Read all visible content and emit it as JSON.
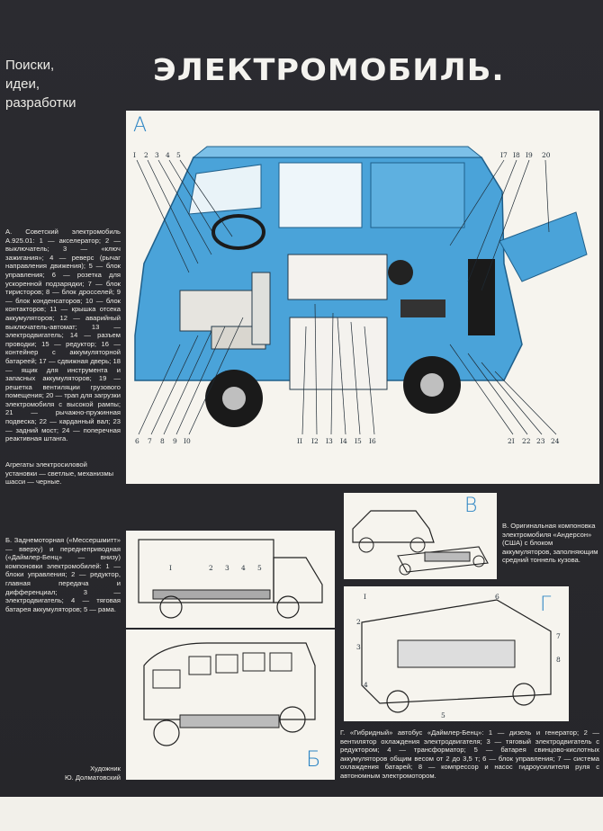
{
  "section": {
    "line1": "Поиски,",
    "line2": "идеи,",
    "line3": "разработки"
  },
  "headline": "ЭЛЕКТРОМОБИЛЬ.",
  "panels": {
    "a": "А",
    "b": "Б",
    "v": "В",
    "g": "Г"
  },
  "callouts_top_left": [
    "I",
    "2",
    "3",
    "4",
    "5"
  ],
  "callouts_top_right": [
    "I7",
    "I8",
    "I9",
    "20"
  ],
  "callouts_bottom_left": [
    "6",
    "7",
    "8",
    "9",
    "I0"
  ],
  "callouts_bottom_mid": [
    "II",
    "I2",
    "I3",
    "I4",
    "I5",
    "I6"
  ],
  "callouts_bottom_right": [
    "2I",
    "22",
    "23",
    "24"
  ],
  "callouts_b": [
    "I",
    "2",
    "3",
    "4",
    "5"
  ],
  "callouts_g": [
    "I",
    "2",
    "3",
    "4",
    "5",
    "6",
    "7",
    "8"
  ],
  "captions": {
    "a": "А. Советский электромобиль А.925.01: 1 — акселератор; 2 — выключатель; 3 — «ключ зажигания»; 4 — реверс (рычаг направления движения); 5 — блок управления; 6 — розетка для ускоренной подзарядки; 7 — блок тиристоров; 8 — блок дросселей; 9 — блок конденсаторов; 10 — блок контакторов; 11 — крышка отсека аккумуляторов; 12 — аварийный выключатель-автомат; 13 — электродвигатель; 14 — разъем проводки; 15 — редуктор; 16 — контейнер с аккумуляторной батареей; 17 — сдвижная дверь; 18 — ящик для инструмента и запасных аккумуляторов; 19 — решетка вентиляции грузового помещения; 20 — трап для загрузки электромобиля с высокой рампы; 21 — рычажно-пружинная подвеска; 22 — карданный вал; 23 — задний мост; 24 — поперечная реактивная штанга.",
    "a2": "Агрегаты электросиловой установки — светлые, механизмы шасси — черные.",
    "b": "Б. Заднемоторная («Мессершмитт» — вверху) и переднеприводная («Даймлер-Бенц» — внизу) компоновки электромобилей: 1 — блоки управления; 2 — редуктор, главная передача и дифференциал; 3 — электродвигатель; 4 — тяговая батарея аккумуляторов; 5 — рама.",
    "v": "В. Оригинальная компоновка электромобиля «Андерсон» (США) с блоком аккумуляторов, заполняющим средний тоннель кузова.",
    "g": "Г. «Гибридный» автобус «Даймлер-Бенц»: 1 — дизель и генератор; 2 — вентилятор охлаждения электродвигателя; 3 — тяговый электродвигатель с редуктором; 4 — трансформатор; 5 — батарея свинцово-кислотных аккумуляторов общим весом от 2 до 3,5 т; 6 — блок управления; 7 — система охлаждения батарей; 8 — компрессор и насос гидроусилителя руля с автономным электромотором."
  },
  "credits": {
    "role": "Художник",
    "name": "Ю. Долматовский"
  },
  "colors": {
    "body_blue": "#4aa3d9",
    "accent_blue": "#2f86c4",
    "page_dark": "#2a2a2e",
    "panel_light": "#f6f4ee"
  }
}
